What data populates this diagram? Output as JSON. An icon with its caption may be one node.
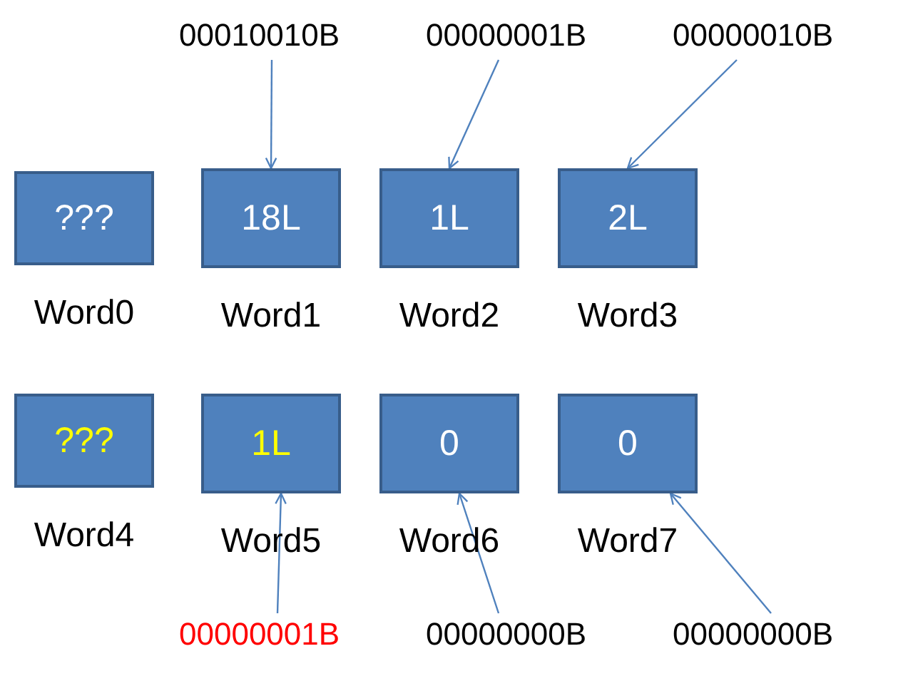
{
  "diagram": {
    "nodes": [
      {
        "text": [
          "00010010B"
        ]
      },
      {
        "text": [
          "00000001B"
        ]
      },
      {
        "text": [
          "00000010B"
        ]
      },
      {
        "text": [
          "???"
        ],
        "beside": [
          "Word0"
        ]
      },
      {
        "text": [
          "18L"
        ],
        "beside": [
          "Word1"
        ]
      },
      {
        "text": [
          "1L"
        ],
        "beside": [
          "Word2"
        ]
      },
      {
        "text": [
          "2L"
        ],
        "beside": [
          "Word3"
        ]
      },
      {
        "text": [
          "???"
        ],
        "beside": [
          "Word4"
        ]
      },
      {
        "text": [
          "1L"
        ],
        "beside": [
          "Word5"
        ]
      },
      {
        "text": [
          "0"
        ],
        "beside": [
          "Word6"
        ]
      },
      {
        "text": [
          "0"
        ],
        "beside": [
          "Word7"
        ]
      },
      {
        "text": [
          "00000001B"
        ]
      },
      {
        "text": [
          "00000000B"
        ]
      },
      {
        "text": [
          "00000000B"
        ]
      }
    ],
    "edges": [
      {
        "from": 0,
        "to": 4,
        "arrow": "to"
      },
      {
        "from": 1,
        "to": 5,
        "arrow": "to"
      },
      {
        "from": 2,
        "to": 6,
        "arrow": "to"
      },
      {
        "from": 11,
        "to": 8,
        "arrow": "to"
      },
      {
        "from": 12,
        "to": 9,
        "arrow": "to"
      },
      {
        "from": 13,
        "to": 10,
        "arrow": "to"
      }
    ]
  }
}
